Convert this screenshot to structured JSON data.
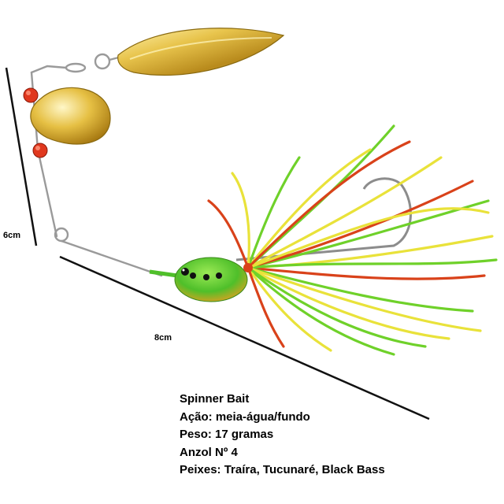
{
  "dimensions": {
    "height_label": "6cm",
    "width_label": "8cm"
  },
  "product": {
    "name": "Spinner Bait",
    "lines": [
      "Ação: meia-água/fundo",
      "Peso: 17 gramas",
      "Anzol Nº 4",
      "Peixes: Traíra, Tucunaré, Black Bass"
    ]
  },
  "colors": {
    "blade_gold": "#e2c04a",
    "skirt_green": "#6fd12a",
    "skirt_yellow": "#e9e23a",
    "skirt_red": "#d9421a",
    "bead_red": "#e0381e",
    "head_green": "#5cc531"
  }
}
